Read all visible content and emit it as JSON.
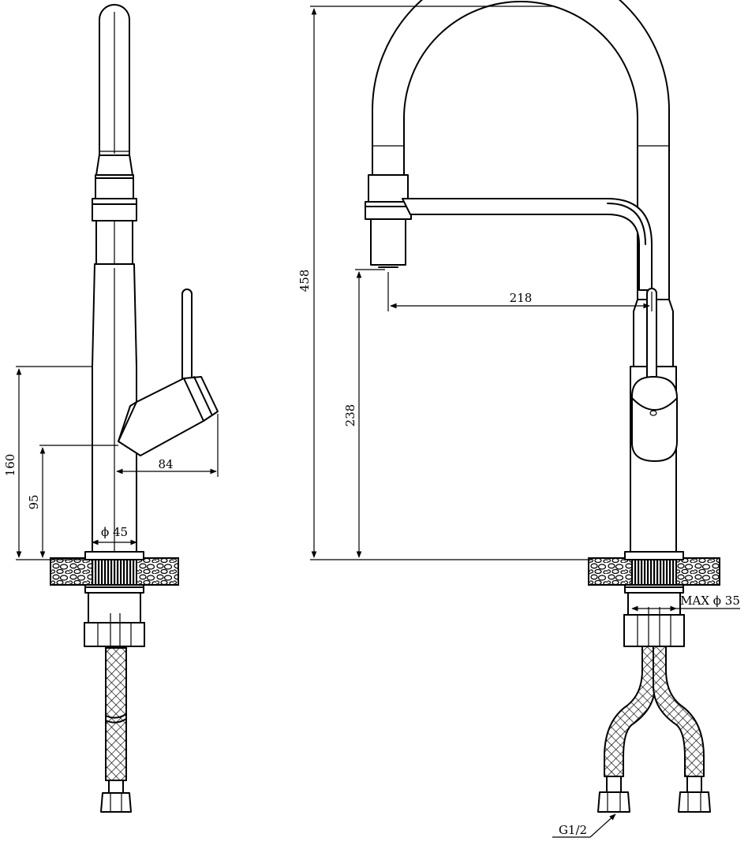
{
  "dimensions": {
    "d160": "160",
    "d95": "95",
    "d84": "84",
    "phi45": "ϕ 45",
    "d458": "458",
    "d238": "238",
    "d218": "218",
    "max35": "MAX ϕ 35",
    "g12": "G1/2"
  }
}
